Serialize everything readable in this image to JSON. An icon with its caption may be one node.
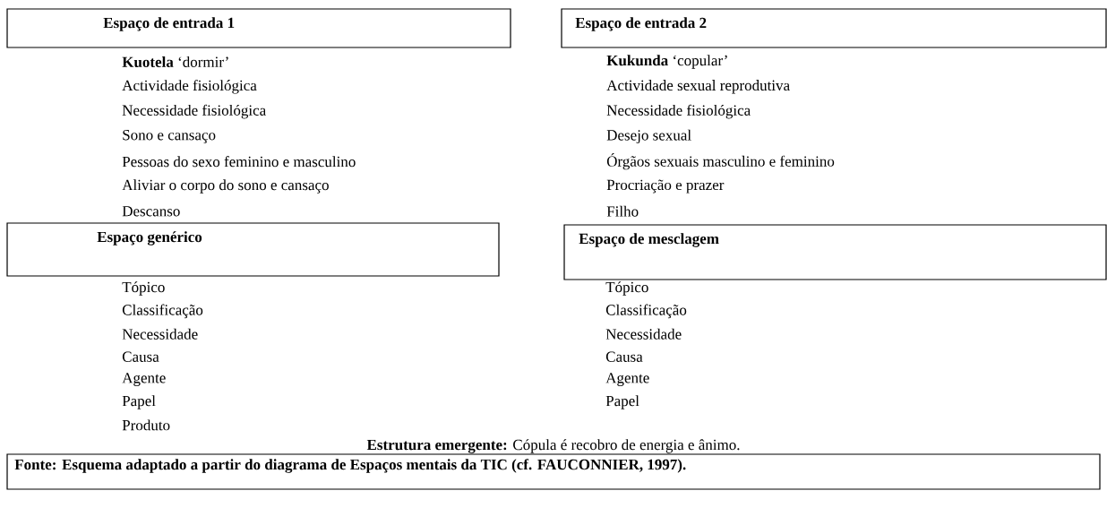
{
  "diagram": {
    "nodes": [
      {
        "text": [
          "Espaço de entrada 1"
        ],
        "beside": [
          "**Kuotela** ‘dormir’",
          "Actividade fisiológica",
          "Necessidade fisiológica",
          "Sono e cansaço",
          "Pessoas do sexo feminino e masculino",
          "Aliviar o corpo do sono e cansaço",
          "Descanso"
        ]
      },
      {
        "text": [
          "Espaço de entrada 2"
        ],
        "beside": [
          "**Kukunda** ‘copular’",
          "Actividade sexual reprodutiva",
          "Necessidade fisiológica",
          "Desejo sexual",
          "Órgãos sexuais masculino e feminino",
          "Procriação e prazer",
          "Filho"
        ]
      },
      {
        "text": [
          "Espaço genérico"
        ],
        "beside": [
          "Tópico",
          "Classificação",
          "Necessidade",
          "Causa",
          "Agente",
          "Papel",
          "Produto"
        ]
      },
      {
        "text": [
          "Espaço de mesclagem"
        ],
        "beside": [
          "Tópico",
          "Classificação",
          "Necessidade",
          "Causa",
          "Agente",
          "Papel"
        ]
      },
      {
        "text": [
          "Fonte: Esquema adaptado a partir do diagrama de Espaços mentais da TIC (cf. FAUCONNIER, 1997)."
        ]
      }
    ],
    "labels": [
      "**Estrutura emergente:** Cópula é recobro de energia e ânimo."
    ]
  }
}
